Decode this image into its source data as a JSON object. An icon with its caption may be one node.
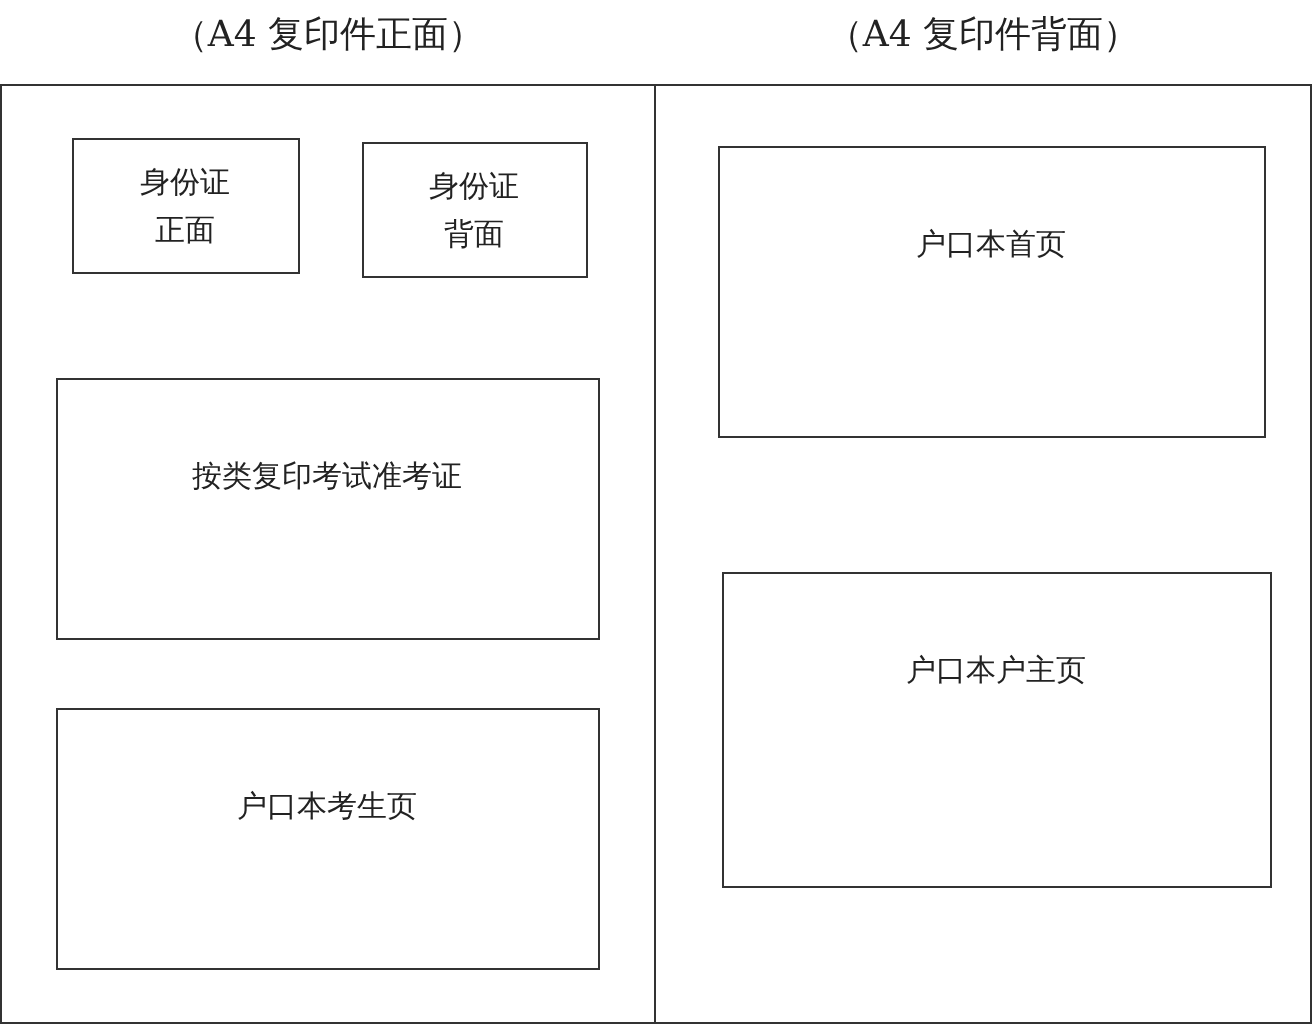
{
  "diagram": {
    "nodes": [
      {
        "text": [
          "（A4 复印件正面）"
        ]
      },
      {
        "text": [
          "身份证正面"
        ],
        "in": 0
      },
      {
        "text": [
          "身份证背面"
        ],
        "in": 0
      },
      {
        "text": [
          "按类复印考试准考证"
        ],
        "in": 0
      },
      {
        "text": [
          "户口本考生页"
        ],
        "in": 0
      },
      {
        "text": [
          "（A4 复印件背面）"
        ]
      },
      {
        "text": [
          "户口本首页"
        ],
        "in": 5
      },
      {
        "text": [
          "户口本户主页"
        ],
        "in": 5
      }
    ]
  }
}
